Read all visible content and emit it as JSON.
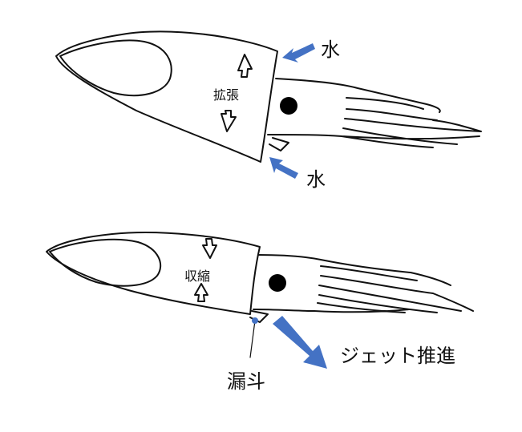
{
  "top_figure": {
    "label_expand": "拡張",
    "label_water_upper": "水",
    "label_water_lower": "水"
  },
  "bottom_figure": {
    "label_contract": "収縮",
    "label_funnel": "漏斗",
    "label_jet": "ジェット推進"
  },
  "colors": {
    "arrow_blue": "#4472c4",
    "outline": "#111111",
    "eye": "#000000"
  }
}
